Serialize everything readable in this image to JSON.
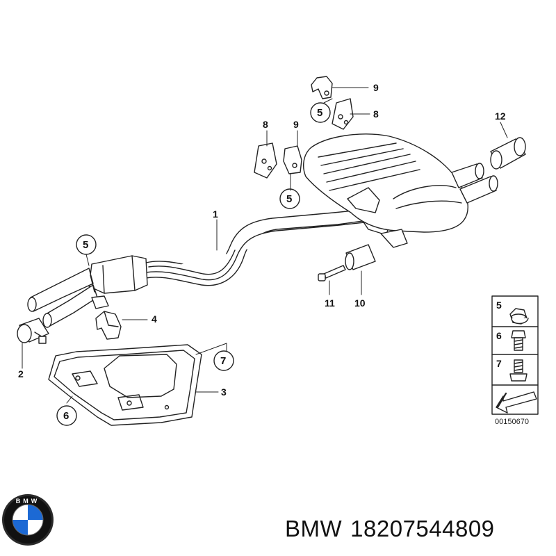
{
  "diagram": {
    "callouts": [
      {
        "id": "c1",
        "text": "1"
      },
      {
        "id": "c2",
        "text": "2"
      },
      {
        "id": "c3",
        "text": "3"
      },
      {
        "id": "c4",
        "text": "4"
      },
      {
        "id": "c8a",
        "text": "8"
      },
      {
        "id": "c9a",
        "text": "9"
      },
      {
        "id": "c9b",
        "text": "9"
      },
      {
        "id": "c8b",
        "text": "8"
      },
      {
        "id": "c10",
        "text": "10"
      },
      {
        "id": "c11",
        "text": "11"
      },
      {
        "id": "c12",
        "text": "12"
      }
    ],
    "circled": [
      {
        "id": "o5a",
        "text": "5"
      },
      {
        "id": "o5b",
        "text": "5"
      },
      {
        "id": "o5c",
        "text": "5"
      },
      {
        "id": "o6",
        "text": "6"
      },
      {
        "id": "o7",
        "text": "7"
      }
    ],
    "legend": {
      "items": [
        {
          "text": "5",
          "icon": "flange-nut-icon"
        },
        {
          "text": "6",
          "icon": "bolt-icon"
        },
        {
          "text": "7",
          "icon": "collar-bolt-icon"
        }
      ],
      "reference": "00150670"
    }
  },
  "brand": {
    "name": "BMW",
    "part_number": "18207544809",
    "logo": "bmw-roundel-logo",
    "logo_letters": "BMW"
  },
  "colors": {
    "line": "#222222",
    "fill": "#ffffff",
    "logo_blue": "#1c69d4",
    "logo_black": "#111111"
  }
}
